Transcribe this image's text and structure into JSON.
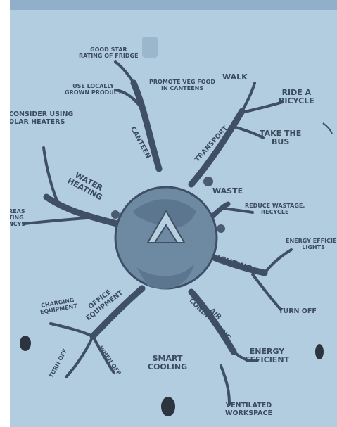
{
  "scene": {
    "background": "#b3cde0",
    "ink": "#3c4c60",
    "branches": {
      "canteen": "CANTEEN",
      "transport": "TRANSPORT",
      "waste": "WASTE",
      "lighting": "LIGHTING",
      "air_conditioning": "AIR\nCONDITIONING",
      "office_equipment": "OFFICE\nEQUIPMENT",
      "water_heating": "WATER\nHEATING"
    },
    "leaves": {
      "good_star": "GOOD STAR\nRATING OF FRIDGE",
      "local": "USE LOCALLY\nGROWN PRODUCT",
      "veg_food": "PROMOTE VEG FOOD\nIN CANTEENS",
      "walk": "WALK",
      "ride_bicycle": "RIDE A\nBICYCLE",
      "take_bus": "TAKE THE\nBUS",
      "reduce_wastage": "REDUCE WASTAGE,\nRECYCLE",
      "energy_efficient_lights": "ENERGY EFFICIEN\nLIGHTS",
      "turn_off_lights": "TURN OFF",
      "energy_efficient": "ENERGY\nEFFICIENT",
      "smart_cooling": "SMART\nCOOLING",
      "ventilated": "VENTILATED\nWORKSPACE",
      "consider_solar": "CONSIDER USING\nOLAR HEATERS",
      "left_fragment": "REAS\nTING\nNCYS",
      "charging": "CHARGING\nEQUIPMENT",
      "turn_off_equipment": "TURN OFF",
      "when_off": "WHEN OFF"
    }
  }
}
